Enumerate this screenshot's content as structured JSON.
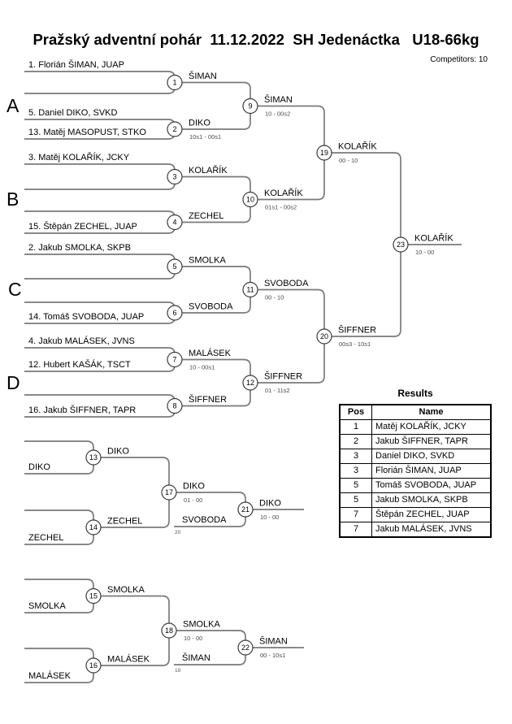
{
  "header": {
    "title": "Pražský adventní pohár  11.12.2022  SH Jedenáctka   U18-66kg",
    "competitors_label": "Competitors: 10"
  },
  "group_labels": [
    "A",
    "B",
    "C",
    "D"
  ],
  "entrants": [
    "1. Florián ŠIMAN, JUAP",
    "5. Daniel DIKO, SVKD",
    "13. Matěj MASOPUST, STKO",
    "3. Matěj KOLAŘÍK, JCKY",
    "15. Štěpán ZECHEL, JUAP",
    "2. Jakub SMOLKA, SKPB",
    "14. Tomáš SVOBODA, JUAP",
    "4. Jakub MALÁSEK, JVNS",
    "12. Hubert KAŠÁK, TSCT",
    "16. Jakub ŠIFFNER, TAPR"
  ],
  "matches": {
    "m1": {
      "no": "1",
      "winner": "ŠIMAN"
    },
    "m2": {
      "no": "2",
      "winner": "DIKO",
      "score": "10s1 - 00s1"
    },
    "m3": {
      "no": "3",
      "winner": "KOLAŘÍK"
    },
    "m4": {
      "no": "4",
      "winner": "ZECHEL"
    },
    "m5": {
      "no": "5",
      "winner": "SMOLKA"
    },
    "m6": {
      "no": "6",
      "winner": "SVOBODA"
    },
    "m7": {
      "no": "7",
      "winner": "MALÁSEK",
      "score": "10 - 00s1"
    },
    "m8": {
      "no": "8",
      "winner": "ŠIFFNER"
    },
    "m9": {
      "no": "9",
      "winner": "ŠIMAN",
      "score": "10 - 00s2"
    },
    "m10": {
      "no": "10",
      "winner": "KOLAŘÍK",
      "score": "01s1 - 00s2"
    },
    "m11": {
      "no": "11",
      "winner": "SVOBODA",
      "score": "00 - 10"
    },
    "m12": {
      "no": "12",
      "winner": "ŠIFFNER",
      "score": "01 - 11s2"
    },
    "m13": {
      "no": "13",
      "winner": "DIKO"
    },
    "m14": {
      "no": "14",
      "winner": "ZECHEL"
    },
    "m15": {
      "no": "15",
      "winner": "SMOLKA"
    },
    "m16": {
      "no": "16",
      "winner": "MALÁSEK"
    },
    "m17": {
      "no": "17",
      "winner": "DIKO",
      "score": "01 - 00"
    },
    "m18": {
      "no": "18",
      "winner": "SMOLKA",
      "score": "10 - 00"
    },
    "m19": {
      "no": "19",
      "winner": "KOLAŘÍK",
      "score": "00 - 10"
    },
    "m20": {
      "no": "20",
      "winner": "ŠIFFNER",
      "score": "00s3 - 10s1"
    },
    "m21": {
      "no": "21",
      "winner": "DIKO",
      "score": "10 - 00"
    },
    "m22": {
      "no": "22",
      "winner": "ŠIMAN",
      "score": "00 - 10s1"
    },
    "m23": {
      "no": "23",
      "winner": "KOLAŘÍK",
      "score": "10 - 00"
    }
  },
  "repechage": {
    "r1": {
      "e1": "DIKO",
      "e2": "ZECHEL",
      "drop": "SVOBODA",
      "drop_ref": "20"
    },
    "r2": {
      "e1": "SMOLKA",
      "e2": "MALÁSEK",
      "drop": "ŠIMAN",
      "drop_ref": "19"
    }
  },
  "results": {
    "title": "Results",
    "columns": [
      "Pos",
      "Name"
    ],
    "rows": [
      [
        "1",
        "Matěj KOLAŘÍK, JCKY"
      ],
      [
        "2",
        "Jakub ŠIFFNER, TAPR"
      ],
      [
        "3",
        "Daniel DIKO, SVKD"
      ],
      [
        "3",
        "Florián ŠIMAN, JUAP"
      ],
      [
        "5",
        "Tomáš SVOBODA, JUAP"
      ],
      [
        "5",
        "Jakub SMOLKA, SKPB"
      ],
      [
        "7",
        "Štěpán ZECHEL, JUAP"
      ],
      [
        "7",
        "Jakub MALÁSEK, JVNS"
      ]
    ]
  }
}
